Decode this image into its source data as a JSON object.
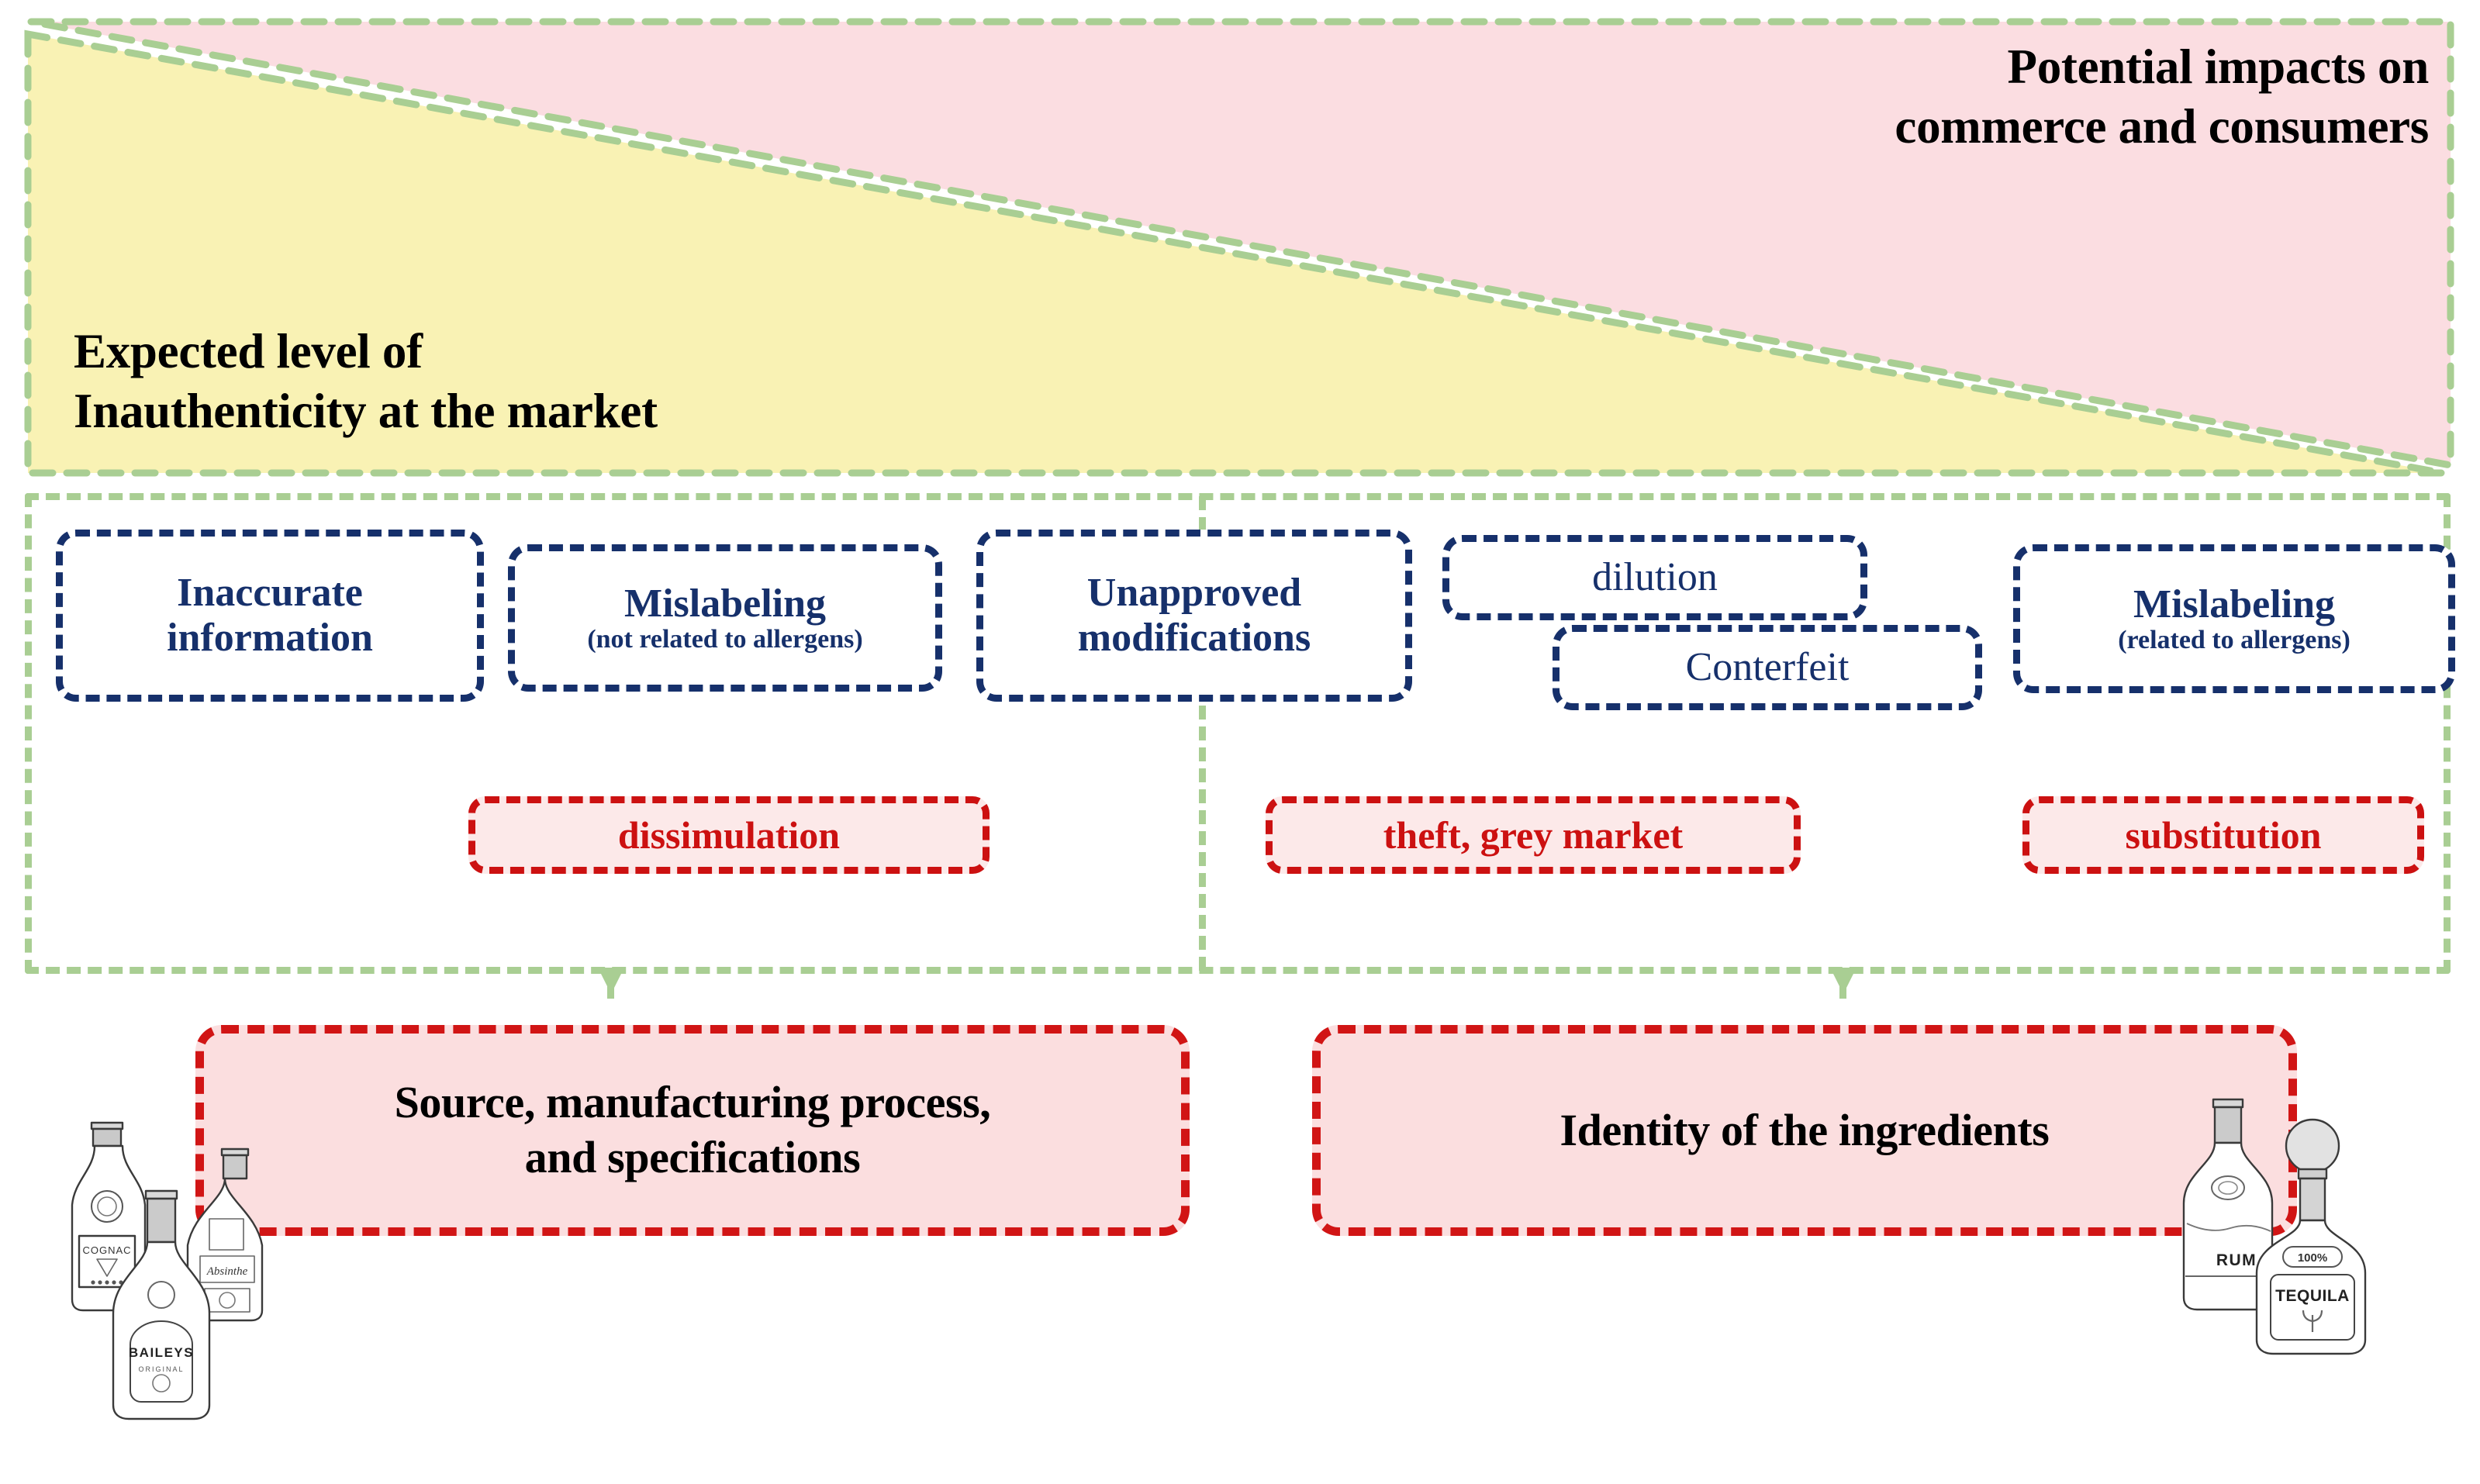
{
  "figure": {
    "type": "diagram",
    "top_bands": {
      "left_label": "Expected level of\nInauthenticity at the market",
      "right_label": "Potential impacts on\ncommerce and consumers",
      "left_band_color": "#f9f2b4",
      "right_band_color": "#fbdde1",
      "band_outline_color": "#a9ce93"
    },
    "categories_container": {
      "outline_color": "#a9ce93",
      "divider_present": true
    },
    "navy_items": [
      {
        "id": "inaccurate-information",
        "label": "Inaccurate\ninformation",
        "sub": ""
      },
      {
        "id": "mislabeling-not-allergens",
        "label": "Mislabeling",
        "sub": "(not related to allergens)"
      },
      {
        "id": "unapproved-modifications",
        "label": "Unapproved\nmodifications",
        "sub": ""
      },
      {
        "id": "dilution",
        "label": "dilution",
        "sub": ""
      },
      {
        "id": "conterfeit",
        "label": "Conterfeit",
        "sub": ""
      },
      {
        "id": "mislabeling-allergens",
        "label": "Mislabeling",
        "sub": "(related to allergens)"
      }
    ],
    "navy_color": "#16306b",
    "red_items": [
      {
        "id": "dissimulation",
        "label": "dissimulation"
      },
      {
        "id": "theft-grey-market",
        "label": "theft, grey market"
      },
      {
        "id": "substitution",
        "label": "substitution"
      }
    ],
    "red_color": "#cc1111",
    "red_fill": "#fce9e9",
    "bottom_panels": [
      {
        "id": "source-manufacturing",
        "label": "Source, manufacturing process,\nand specifications"
      },
      {
        "id": "identity-ingredients",
        "label": "Identity of the ingredients"
      }
    ],
    "panel_border_color": "#d11515",
    "panel_fill_color": "#fbdedf",
    "bottle_labels_left": [
      "COGNAC",
      "BAILEYS",
      "Absinthe"
    ],
    "bottle_labels_right": [
      "RUM",
      "TEQUILA",
      "100%"
    ]
  }
}
